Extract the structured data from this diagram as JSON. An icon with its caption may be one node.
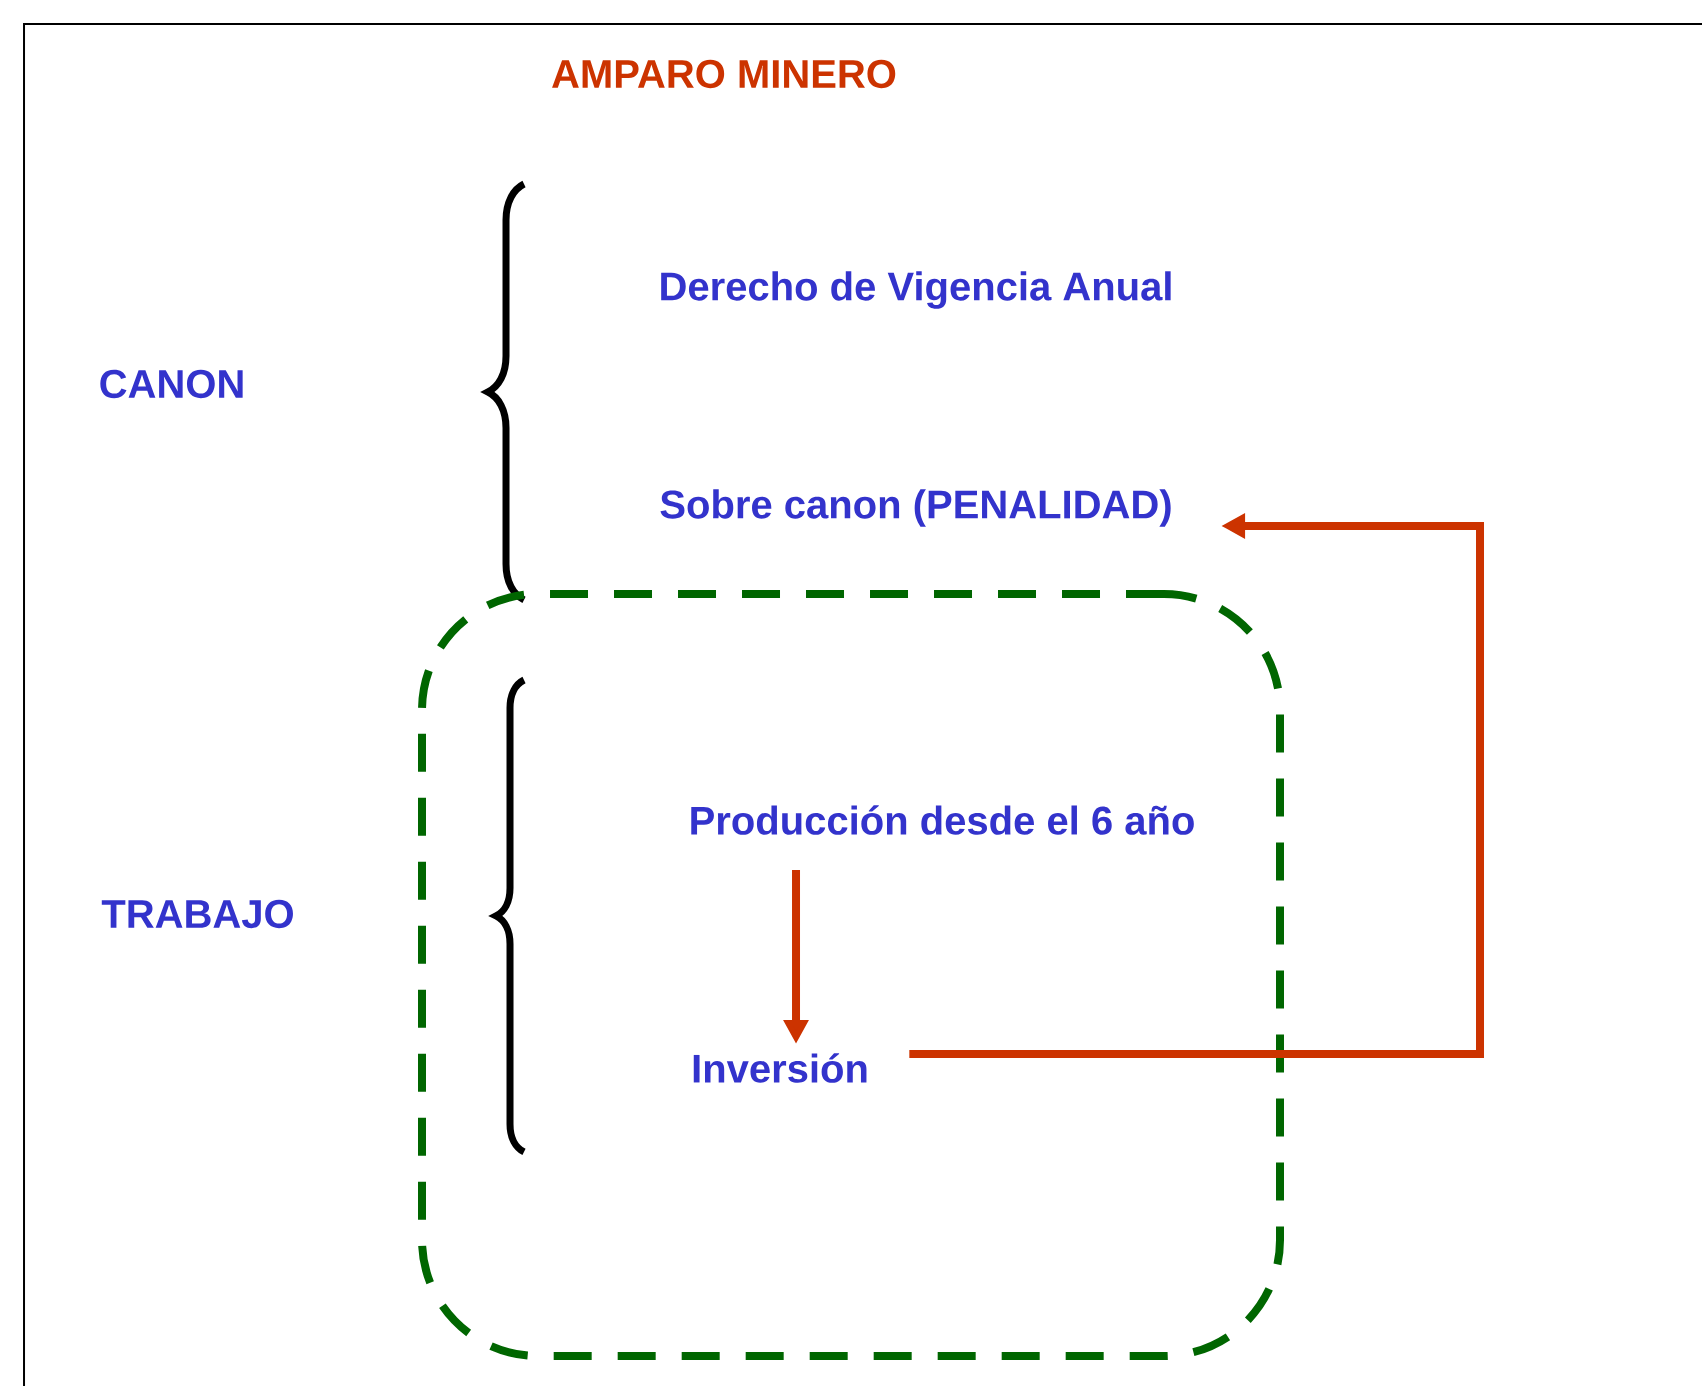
{
  "diagram": {
    "title": "AMPARO MINERO",
    "nodes": [
      {
        "text": [
          "CANON"
        ]
      },
      {
        "text": [
          "Derecho de Vigencia Anual"
        ]
      },
      {
        "text": [
          "Sobre canon (PENALIDAD)"
        ]
      },
      {
        "text": [
          "TRABAJO"
        ]
      },
      {
        "text": [],
        "shape": "box"
      },
      {
        "text": [
          "Producción desde el 6 año"
        ],
        "in": 4
      },
      {
        "text": [
          "Inversión"
        ],
        "in": 4
      }
    ],
    "edges": [
      {
        "from": 5,
        "to": 6,
        "arrow": "to"
      },
      {
        "from": 6,
        "to": 2,
        "arrow": "to"
      }
    ]
  }
}
